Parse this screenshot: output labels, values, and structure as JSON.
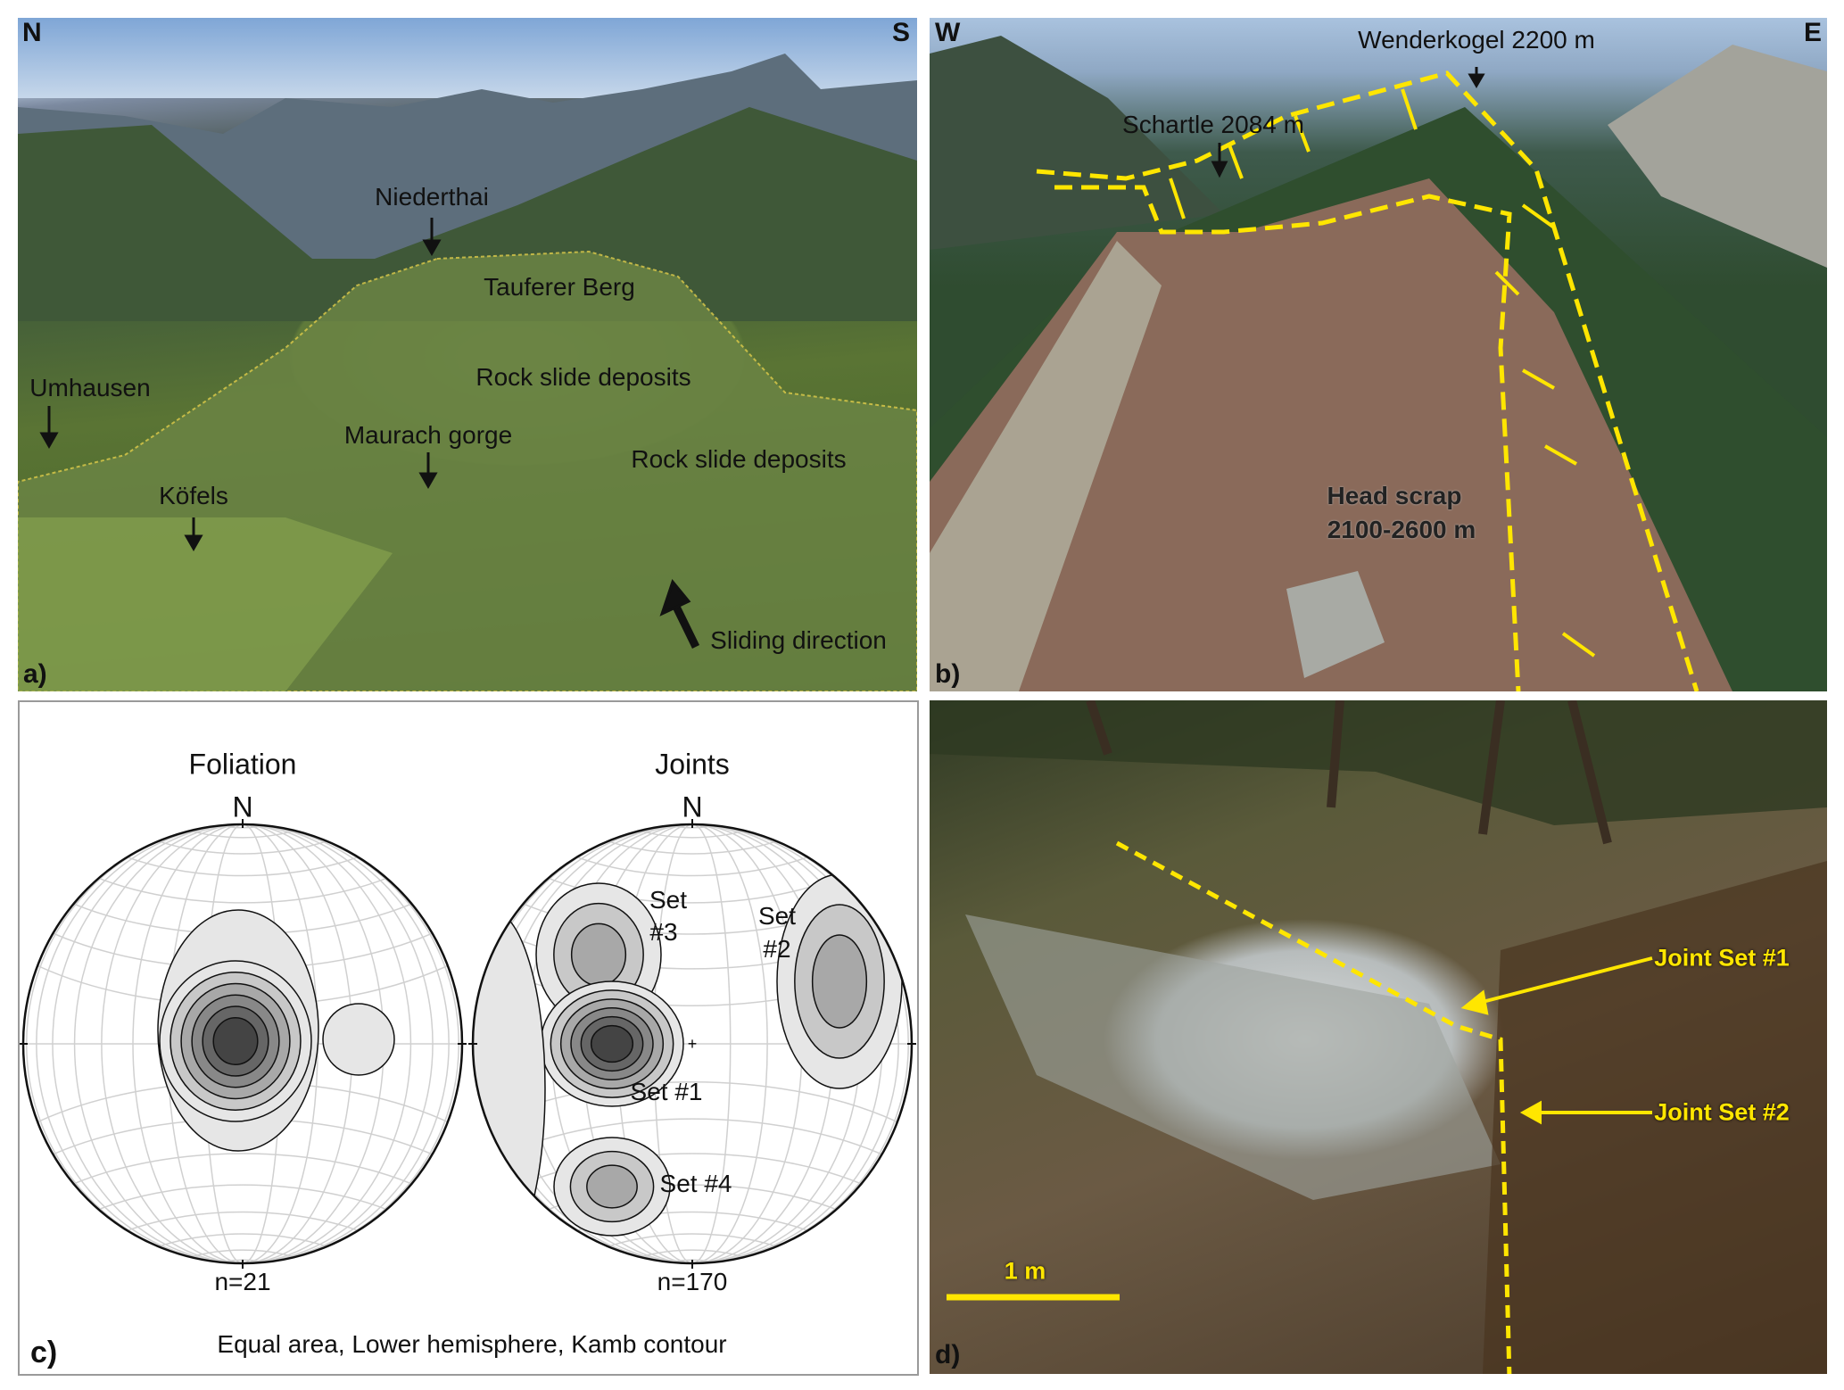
{
  "panel_a": {
    "label": "a)",
    "north": "N",
    "south": "S",
    "places": {
      "niederthai": "Niederthai",
      "tauferer_berg": "Tauferer Berg",
      "umhausen": "Umhausen",
      "rock_slide_1": "Rock slide deposits",
      "maurach_gorge": "Maurach gorge",
      "rock_slide_2": "Rock slide deposits",
      "koefels": "Köfels",
      "sliding_direction": "Sliding direction"
    }
  },
  "panel_b": {
    "label": "b)",
    "west": "W",
    "east": "E",
    "wenderkogel": "Wenderkogel 2200 m",
    "schartle": "Schartle 2084 m",
    "head_scrap": "Head scrap",
    "head_scrap_range": "2100-2600 m",
    "line_color": "#ffe600"
  },
  "panel_c": {
    "label": "c)",
    "caption": "Equal area, Lower hemisphere, Kamb contour",
    "stereonets": [
      {
        "title": "Foliation",
        "north": "N",
        "n": "n=21"
      },
      {
        "title": "Joints",
        "north": "N",
        "n": "n=170",
        "sets": [
          "Set #1",
          "Set",
          "#2",
          "Set",
          "#3",
          "Set #4"
        ]
      }
    ]
  },
  "panel_d": {
    "label": "d)",
    "joint_set_1": "Joint Set #1",
    "joint_set_2": "Joint Set #2",
    "scale": "1 m",
    "line_color": "#ffe600"
  }
}
